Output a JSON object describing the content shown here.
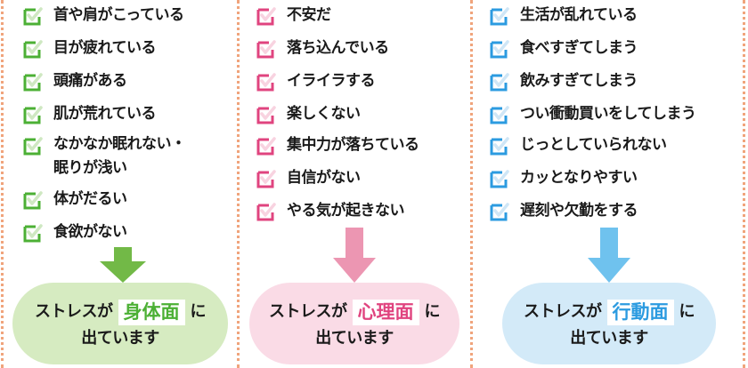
{
  "colors": {
    "divider": "#f0a47c",
    "green_accent": "#4cb035",
    "green_arrow": "#72b947",
    "green_pill": "#d6ebc1",
    "pink_accent": "#e0447f",
    "pink_arrow": "#ec96b2",
    "pink_pill": "#fadbe6",
    "blue_accent": "#2c9be0",
    "blue_arrow": "#6fc2ee",
    "blue_pill": "#d3eaf8"
  },
  "columns": [
    {
      "theme": "green",
      "items": [
        {
          "label": "首や肩がこっている"
        },
        {
          "label": "目が疲れている"
        },
        {
          "label": "頭痛がある"
        },
        {
          "label": "肌が荒れている"
        },
        {
          "label": "なかなか眠れない・",
          "label2": "眠りが浅い"
        },
        {
          "label": "体がだるい"
        },
        {
          "label": "食欲がない"
        }
      ],
      "result": {
        "prefix": "ストレスが",
        "highlight": "身体面",
        "suffix": "に",
        "line2": "出ています"
      }
    },
    {
      "theme": "pink",
      "items": [
        {
          "label": "不安だ"
        },
        {
          "label": "落ち込んでいる"
        },
        {
          "label": "イライラする"
        },
        {
          "label": "楽しくない"
        },
        {
          "label": "集中力が落ちている"
        },
        {
          "label": "自信がない"
        },
        {
          "label": "やる気が起きない"
        }
      ],
      "result": {
        "prefix": "ストレスが",
        "highlight": "心理面",
        "suffix": "に",
        "line2": "出ています"
      }
    },
    {
      "theme": "blue",
      "items": [
        {
          "label": "生活が乱れている"
        },
        {
          "label": "食べすぎてしまう"
        },
        {
          "label": "飲みすぎてしまう"
        },
        {
          "label": "つい衝動買いをしてしまう"
        },
        {
          "label": "じっとしていられない"
        },
        {
          "label": "カッとなりやすい"
        },
        {
          "label": "遅刻や欠勤をする"
        }
      ],
      "result": {
        "prefix": "ストレスが",
        "highlight": "行動面",
        "suffix": "に",
        "line2": "出ています"
      }
    }
  ]
}
